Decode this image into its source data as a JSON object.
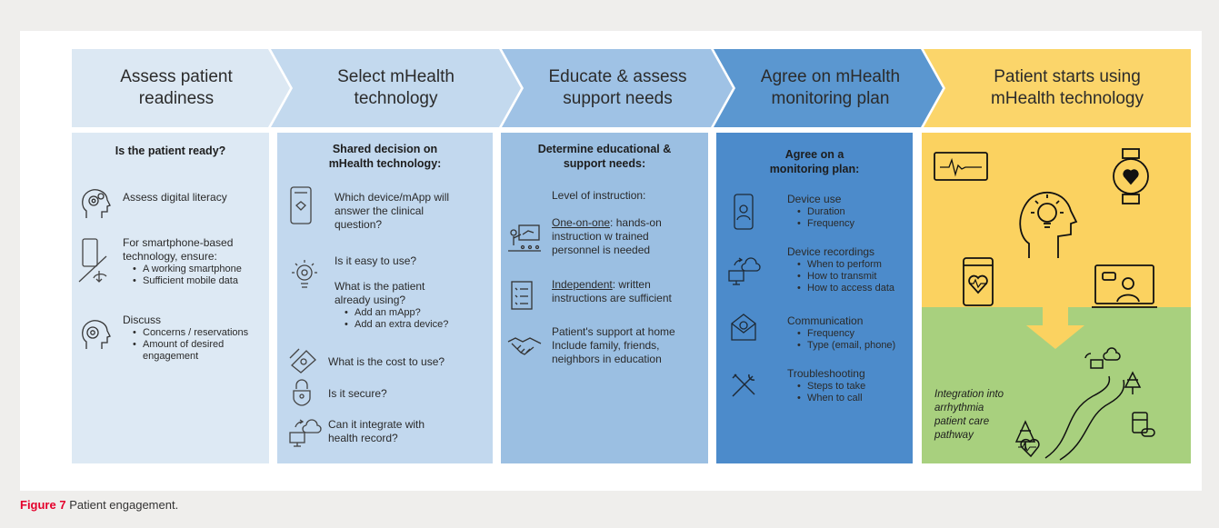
{
  "steps": [
    {
      "title_line1": "Assess patient",
      "title_line2": "readiness"
    },
    {
      "title_line1": "Select mHealth",
      "title_line2": "technology"
    },
    {
      "title_line1": "Educate & assess",
      "title_line2": "support needs"
    },
    {
      "title_line1": "Agree on mHealth",
      "title_line2": "monitoring plan"
    },
    {
      "title_line1": "Patient starts using",
      "title_line2": "mHealth technology"
    }
  ],
  "col1": {
    "heading": "Is the patient ready?",
    "digital": "Assess digital literacy",
    "smartphone_line1": "For smartphone-based",
    "smartphone_line2": "technology, ensure:",
    "smartphone_bullets": [
      "A working smartphone",
      "Sufficient mobile data"
    ],
    "discuss": "Discuss",
    "discuss_bullets": [
      "Concerns / reservations",
      "Amount of desired",
      "engagement"
    ]
  },
  "col2": {
    "heading_line1": "Shared decision on",
    "heading_line2": "mHealth technology:",
    "q1_line1": "Which device/mApp will",
    "q1_line2": "answer the clinical",
    "q1_line3": "question?",
    "q2": "Is it easy to use?",
    "q3_line1": "What is the patient",
    "q3_line2": "already using?",
    "q3_bullets": [
      "Add an mApp?",
      "Add an extra device?"
    ],
    "q4": "What is the cost to use?",
    "q5": "Is it secure?",
    "q6_line1": "Can it integrate with",
    "q6_line2": "health record?"
  },
  "col3": {
    "heading_line1": "Determine educational &",
    "heading_line2": "support needs:",
    "level": "Level of instruction:",
    "one_u": "One-on-one",
    "one_rest": ": hands-on",
    "one_line2": "instruction w trained",
    "one_line3": "personnel is needed",
    "ind_u": "Independent",
    "ind_rest": ": written",
    "ind_line2": "instructions are sufficient",
    "support_line1": "Patient's support at home",
    "support_line2": "Include family, friends,",
    "support_line3": "neighbors in education"
  },
  "col4": {
    "heading_line1": "Agree on a",
    "heading_line2": "monitoring plan:",
    "use": "Device use",
    "use_bullets": [
      "Duration",
      "Frequency"
    ],
    "rec": "Device recordings",
    "rec_bullets": [
      "When to perform",
      "How to transmit",
      "How to access data"
    ],
    "comm": "Communication",
    "comm_bullets": [
      "Frequency",
      "Type (email, phone)"
    ],
    "trouble": "Troubleshooting",
    "trouble_bullets": [
      "Steps to take",
      "When to call"
    ]
  },
  "col5": {
    "integration_line1": "Integration into",
    "integration_line2": "arrhythmia",
    "integration_line3": "patient care",
    "integration_line4": "pathway"
  },
  "caption": {
    "label": "Figure 7",
    "text": "Patient engagement."
  },
  "colors": {
    "step1": "#dce8f3",
    "step2": "#c3d9ee",
    "step3": "#9fc2e5",
    "step4": "#5b97d0",
    "step5": "#fbd56a",
    "col1_bg": "#dde9f4",
    "col2_bg": "#c2d8ee",
    "col3_bg": "#9bbfe2",
    "col4_bg": "#4c8bcb",
    "col5_top": "#fbd260",
    "col5_bottom": "#a8d07e",
    "figure_label": "#e4002b"
  },
  "icons": [
    "head-gears-icon",
    "smartphone-icon",
    "head-gear-icon",
    "tablet-heart-icon",
    "lightbulb-icon",
    "money-icon",
    "padlock-icon",
    "cloud-sync-icon",
    "teacher-icon",
    "checklist-icon",
    "handshake-icon",
    "phone-person-icon",
    "cloud-computer-icon",
    "email-icon",
    "tools-icon",
    "ecg-monitor-icon",
    "smartwatch-icon",
    "head-lightbulb-icon",
    "tablet-ecg-icon",
    "video-call-icon",
    "down-arrow-icon",
    "road-landscape-icon"
  ]
}
